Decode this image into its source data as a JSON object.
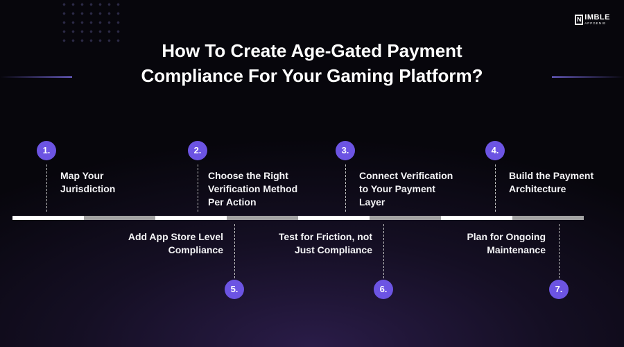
{
  "brand": {
    "mark": "N",
    "name": "IMBLE",
    "tagline": "APPGENIE"
  },
  "title": {
    "line1": "How To Create Age-Gated Payment",
    "line2": "Compliance For Your Gaming Platform?"
  },
  "colors": {
    "badge": "#6c54e3",
    "accent_line": "#6f62cf",
    "timeline_light": "#ffffff",
    "timeline_gray": "#a3a3a3"
  },
  "steps": [
    {
      "number": "1.",
      "label_lines": [
        "Map Your",
        "Jurisdiction"
      ]
    },
    {
      "number": "2.",
      "label_lines": [
        "Choose the Right",
        "Verification Method",
        "Per Action"
      ]
    },
    {
      "number": "3.",
      "label_lines": [
        "Connect Verification",
        "to Your Payment",
        "Layer"
      ]
    },
    {
      "number": "4.",
      "label_lines": [
        "Build the Payment",
        "Architecture"
      ]
    },
    {
      "number": "5.",
      "label_lines": [
        "Add App Store Level",
        "Compliance"
      ]
    },
    {
      "number": "6.",
      "label_lines": [
        "Test for Friction, not",
        "Just Compliance"
      ]
    },
    {
      "number": "7.",
      "label_lines": [
        "Plan for Ongoing",
        "Maintenance"
      ]
    }
  ]
}
